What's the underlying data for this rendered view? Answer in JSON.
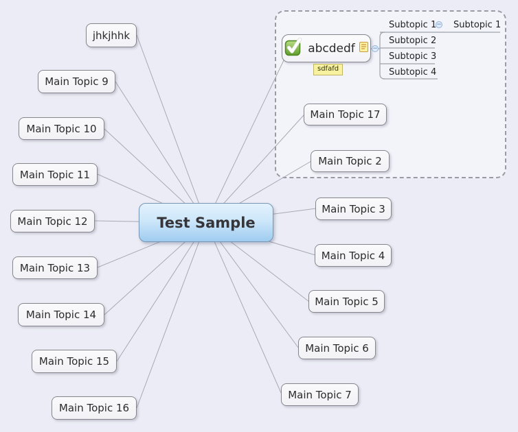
{
  "diagram": {
    "type": "mind-map",
    "central_topic": {
      "label": "Test Sample"
    },
    "floating_topic": {
      "label": "jhkjhhk"
    },
    "main_topics": [
      "Main Topic 9",
      "Main Topic 10",
      "Main Topic 11",
      "Main Topic 12",
      "Main Topic 13",
      "Main Topic 14",
      "Main Topic 15",
      "Main Topic 16",
      "Main Topic 17",
      "Main Topic 2",
      "Main Topic 3",
      "Main Topic 4",
      "Main Topic 5",
      "Main Topic 6",
      "Main Topic 7"
    ],
    "group_topic": {
      "label": "abcdedf",
      "note_label": "sdfafd",
      "markers": [
        "green-check-task-icon",
        "yellow-note-icon"
      ],
      "subtopics": [
        "Subtopic 1",
        "Subtopic 2",
        "Subtopic 3",
        "Subtopic 4"
      ],
      "sub_subtopic": "Subtopic 1"
    }
  },
  "icons": {
    "collapse_glyph": "−",
    "task_done_icon": "green-check",
    "note_icon": "yellow-sticky-note"
  },
  "colors": {
    "background": "#ebecf5",
    "central_gradient_top": "#e3f1fd",
    "central_gradient_bottom": "#9fccf0",
    "central_border": "#7596b5",
    "topic_fill": "#f8f8fb",
    "topic_border": "#85858d",
    "connector_line": "#a7a9b3",
    "group_border": "#9a9aa2",
    "marker_green": "#61a32e",
    "note_yellow": "#f8f2a0",
    "collapse_circle_fill": "#dfeafa",
    "collapse_circle_border": "#8fb2d8"
  }
}
